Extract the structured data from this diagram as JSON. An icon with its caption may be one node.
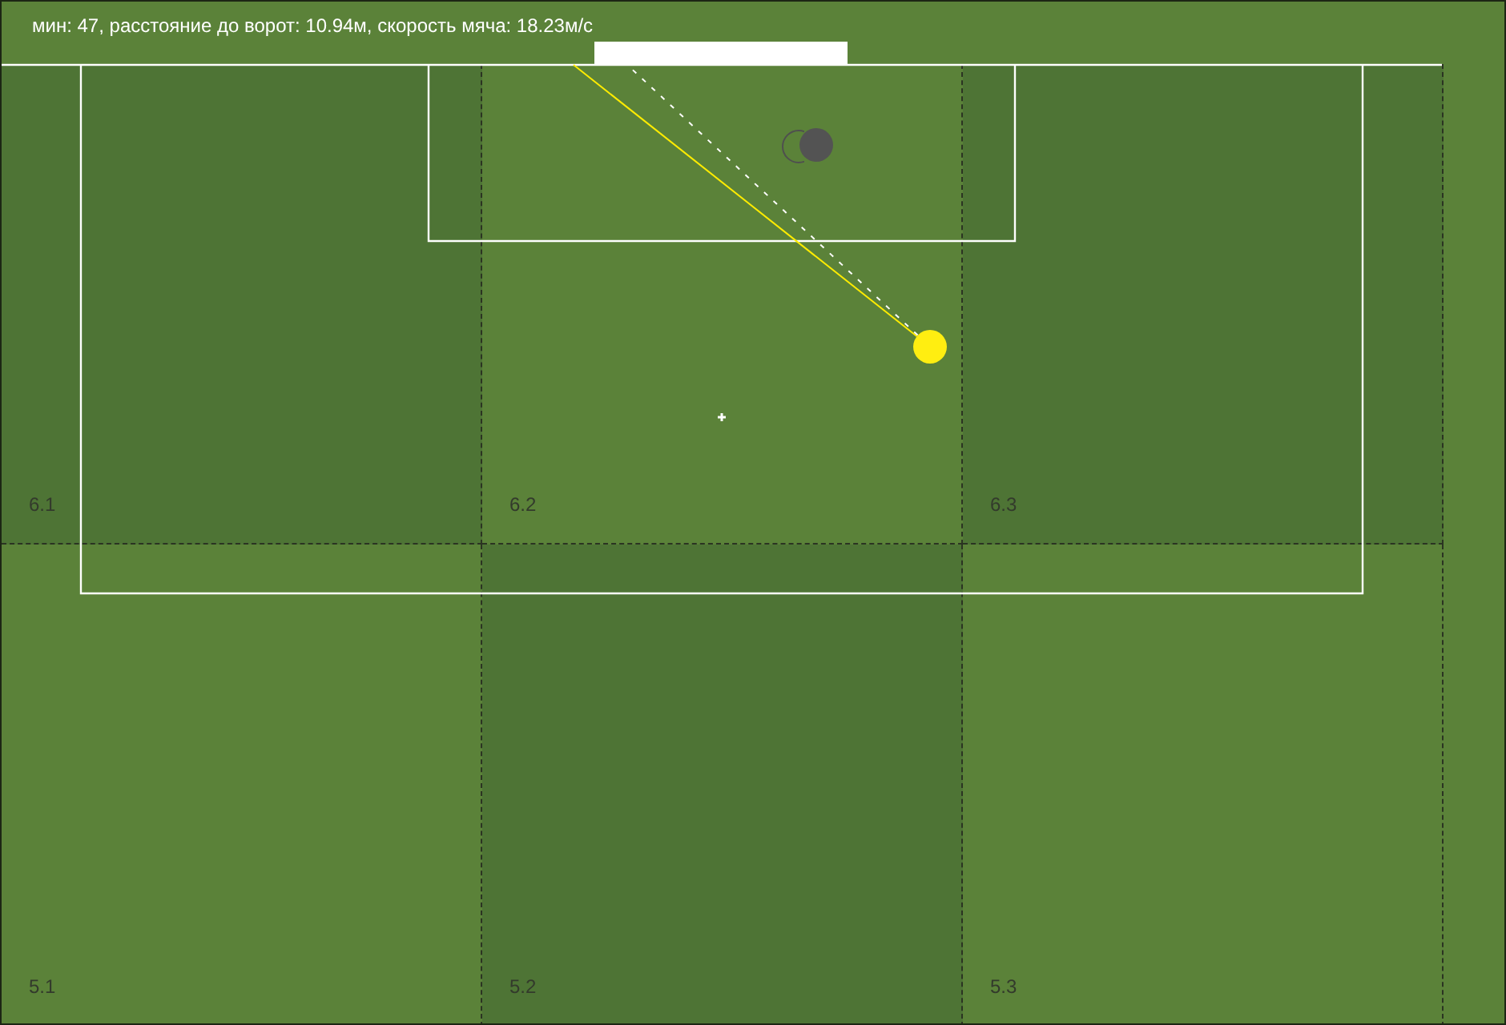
{
  "diagram": {
    "nodes": [
      {
        "text": [],
        "shape": "bar"
      },
      {
        "text": [
          "6.1"
        ]
      },
      {
        "text": [
          "6.2"
        ]
      },
      {
        "text": [],
        "shape": "ring",
        "in": 2
      },
      {
        "text": [],
        "shape": "circle",
        "in": 2
      },
      {
        "text": [],
        "shape": "circle",
        "in": 2
      },
      {
        "text": [
          "6.3"
        ]
      },
      {
        "text": [
          "5.1"
        ]
      },
      {
        "text": [
          "5.2"
        ]
      },
      {
        "text": [
          "5.3"
        ]
      }
    ],
    "edges": [
      {
        "from": 5,
        "to": null,
        "arrow": "none",
        "color": "#ffec00"
      },
      {
        "from": 5,
        "to": 0,
        "arrow": "none",
        "style": "dashed",
        "color": "#ffffff"
      }
    ],
    "labels": [
      "мин: 47, расстояние до ворот: 10.94м, скорость мяча: 18.23м/с"
    ]
  }
}
